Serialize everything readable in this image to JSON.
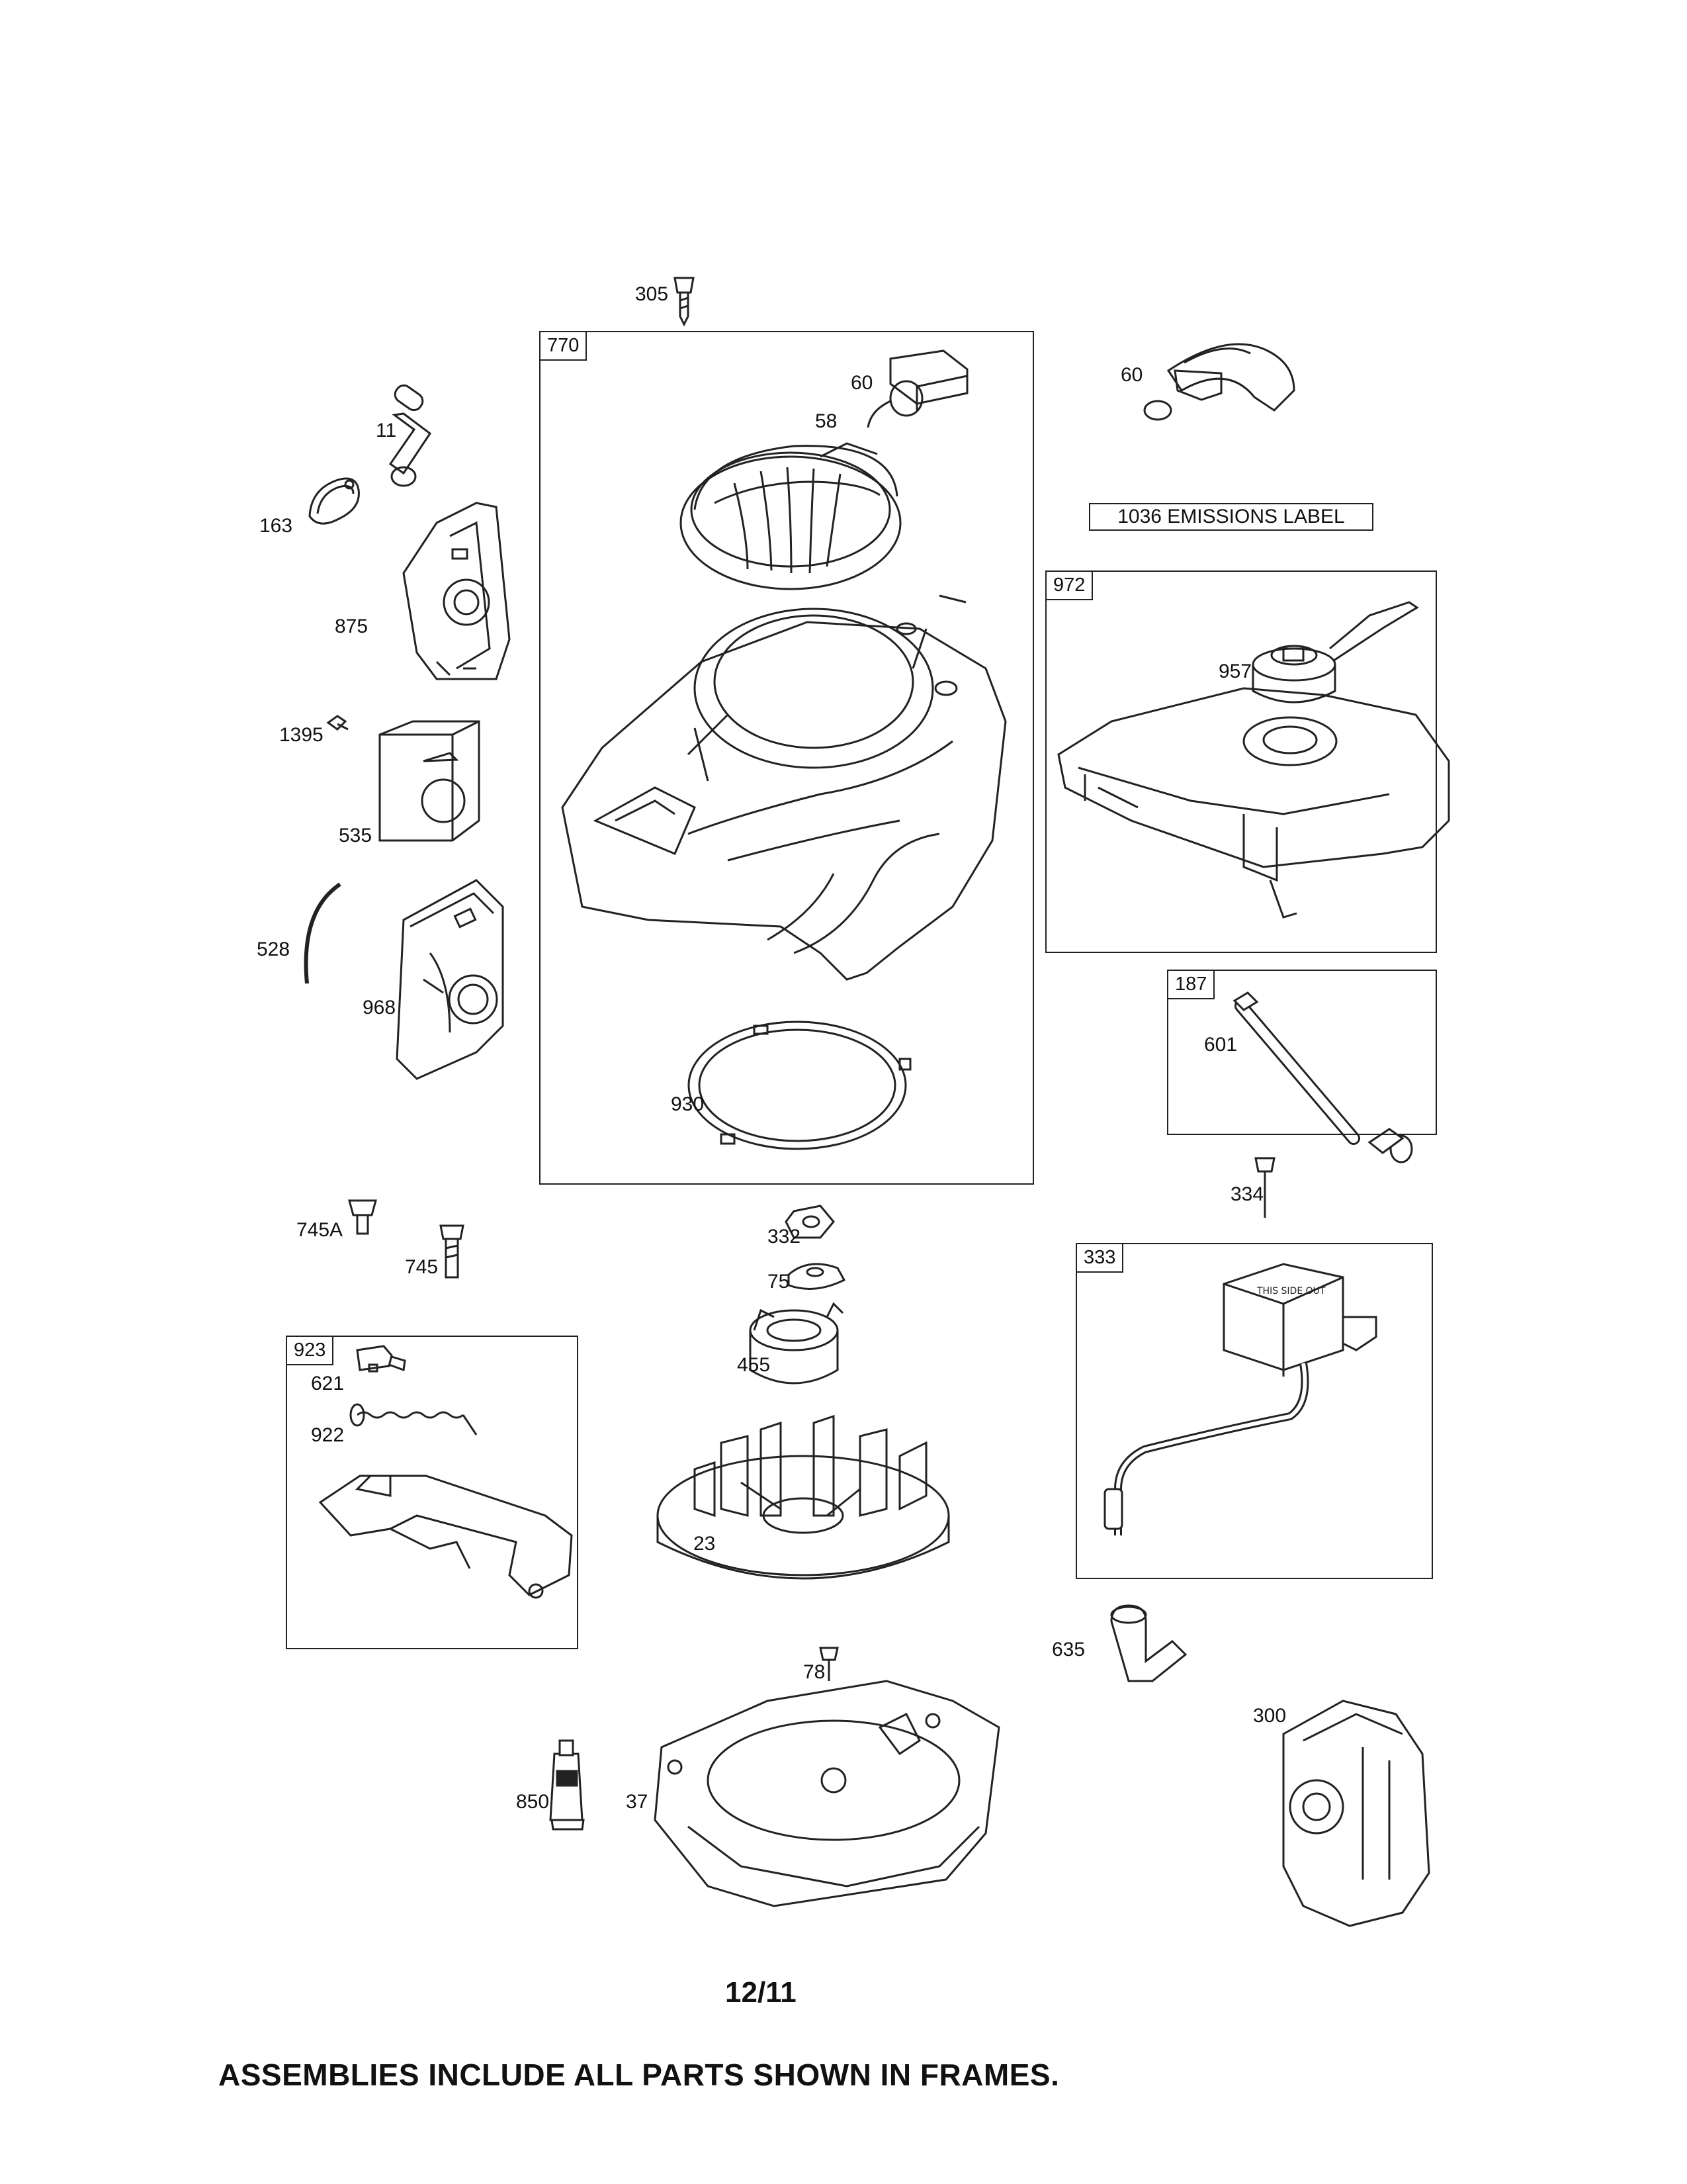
{
  "frames": {
    "blower_housing": "770",
    "fuel_tank": "972",
    "fuel_line": "187",
    "governor": "923",
    "armature": "333"
  },
  "labels": {
    "p305": "305",
    "p60a": "60",
    "p58": "58",
    "p60b": "60",
    "p11": "11",
    "p163": "163",
    "p875": "875",
    "p1395": "1395",
    "p535": "535",
    "p528": "528",
    "p968": "968",
    "p930": "930",
    "p957": "957",
    "p601": "601",
    "p334": "334",
    "p745A": "745A",
    "p745": "745",
    "p332": "332",
    "p75": "75",
    "p455": "455",
    "p23": "23",
    "p621": "621",
    "p922": "922",
    "p635": "635",
    "p78": "78",
    "p300": "300",
    "p850": "850",
    "p37": "37"
  },
  "emissions_label": "1036 EMISSIONS LABEL",
  "page_number": "12/11",
  "footer_note": "ASSEMBLIES INCLUDE ALL PARTS SHOWN IN FRAMES."
}
